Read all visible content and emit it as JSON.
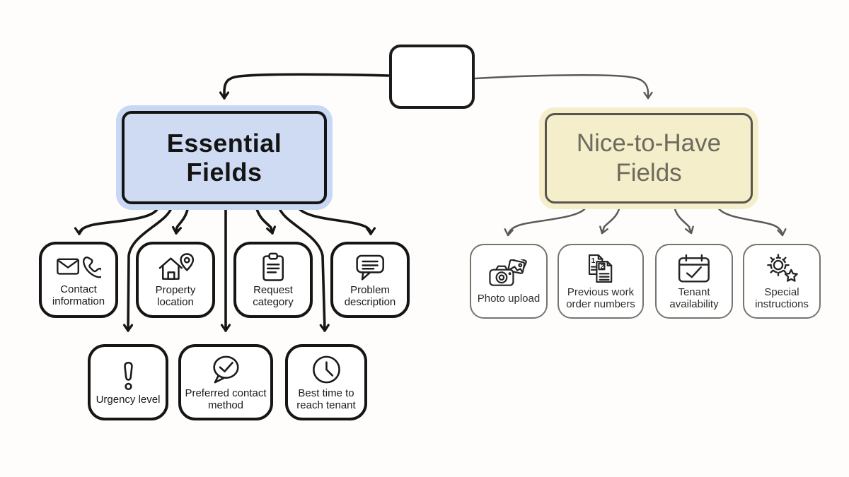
{
  "page": {
    "background": "#fefdfb"
  },
  "root_node": {
    "label": ""
  },
  "branches": [
    {
      "title": "Essential Fields",
      "fill": "#cedbf3",
      "halo": "#c8d8f4",
      "border": "#141414",
      "text_color": "#141414",
      "arrow_color": "#161616",
      "children": [
        {
          "label": "Contact information",
          "icon": "envelope-phone-icon"
        },
        {
          "label": "Property location",
          "icon": "house-pin-icon"
        },
        {
          "label": "Request category",
          "icon": "clipboard-icon"
        },
        {
          "label": "Problem description",
          "icon": "speech-bubble-icon"
        },
        {
          "label": "Urgency level",
          "icon": "exclamation-icon"
        },
        {
          "label": "Preferred contact method",
          "icon": "speech-check-icon"
        },
        {
          "label": "Best time to reach tenant",
          "icon": "clock-icon"
        }
      ]
    },
    {
      "title": "Nice-to-Have Fields",
      "fill": "#f5eeca",
      "halo": "#f5eecb",
      "border": "#57554c",
      "text_color": "#6d6a5e",
      "arrow_color": "#5b5955",
      "children": [
        {
          "label": "Photo upload",
          "icon": "camera-photos-icon"
        },
        {
          "label": "Previous work order numbers",
          "icon": "numbered-documents-icon"
        },
        {
          "label": "Tenant availability",
          "icon": "calendar-check-icon"
        },
        {
          "label": "Special instructions",
          "icon": "gear-star-icon"
        }
      ]
    }
  ]
}
